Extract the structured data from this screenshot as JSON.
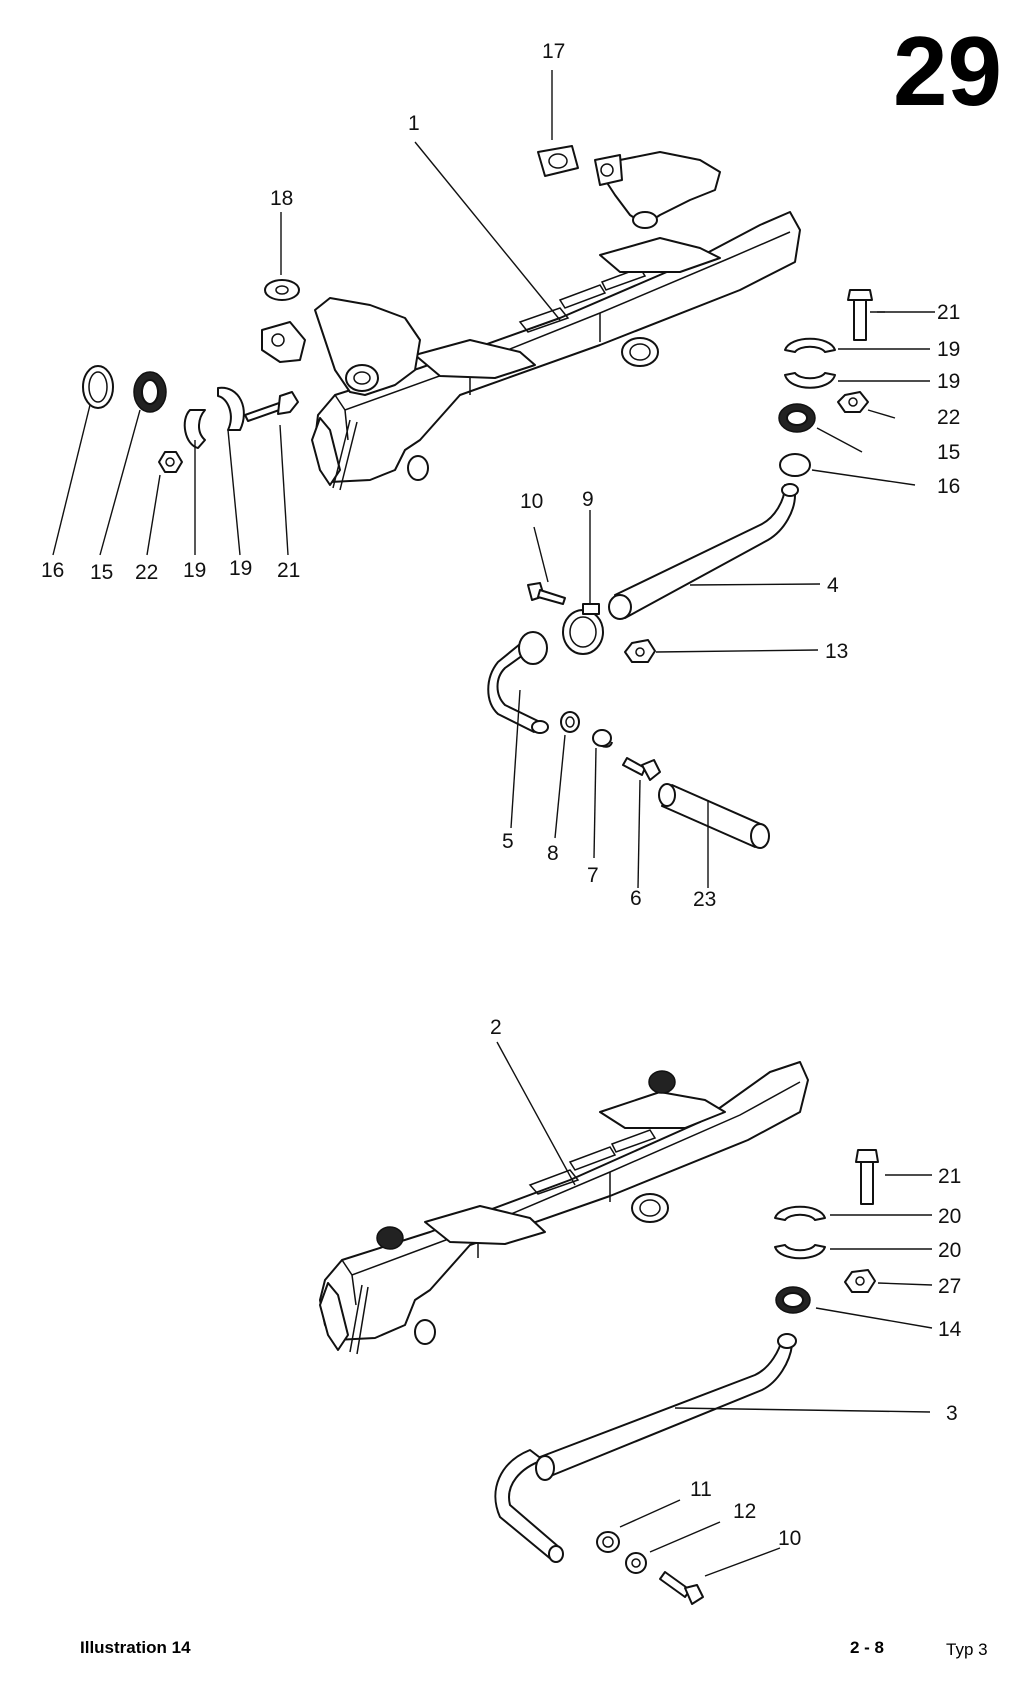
{
  "page_number": "29",
  "footer": {
    "left": "Illustration 14",
    "center": "2 - 8",
    "right": "Typ 3"
  },
  "upper_callouts": [
    "17",
    "1",
    "18",
    "16",
    "15",
    "22",
    "19",
    "19",
    "21",
    "21",
    "19",
    "19",
    "22",
    "15",
    "16",
    "10",
    "9",
    "4",
    "13",
    "5",
    "8",
    "7",
    "6",
    "23"
  ],
  "lower_callouts": [
    "2",
    "21",
    "20",
    "20",
    "27",
    "14",
    "3",
    "11",
    "12",
    "10"
  ]
}
